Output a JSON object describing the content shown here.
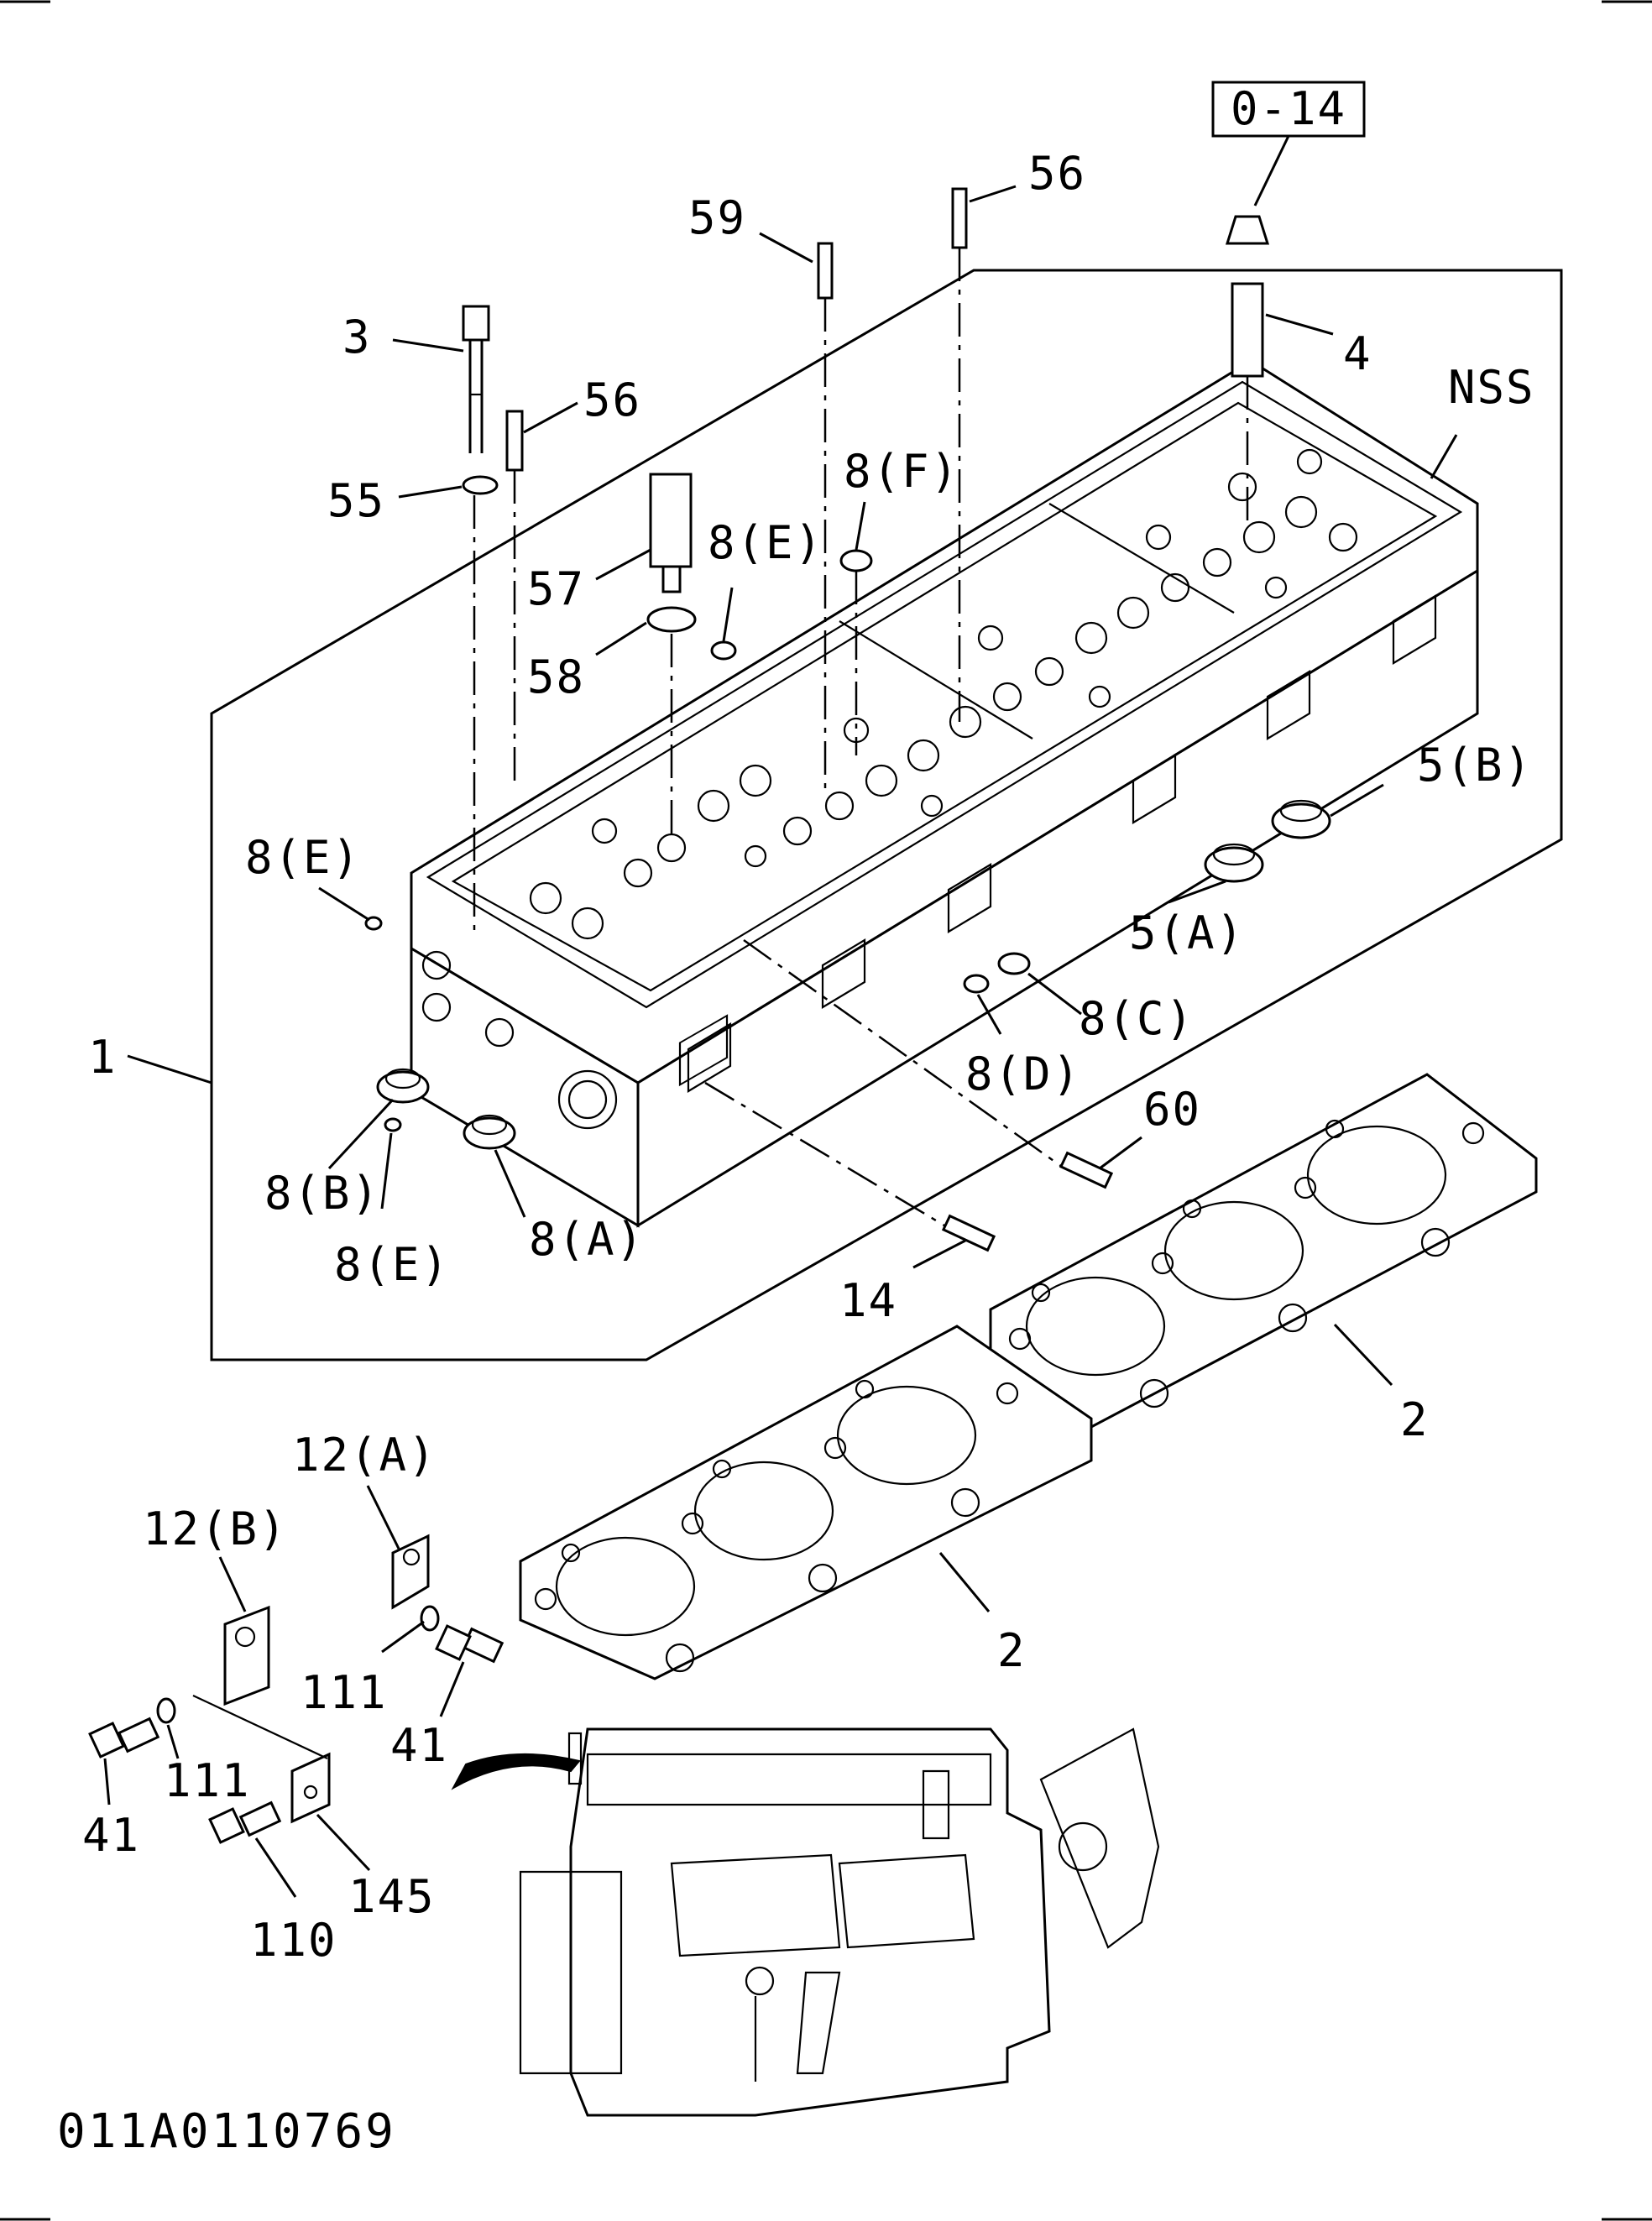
{
  "reference_box": "0-14",
  "figure_code": "011A0110769",
  "callouts": [
    {
      "id": "c-56-top",
      "text": "56"
    },
    {
      "id": "c-59",
      "text": "59"
    },
    {
      "id": "c-4",
      "text": "4"
    },
    {
      "id": "c-nss",
      "text": "NSS"
    },
    {
      "id": "c-3",
      "text": "3"
    },
    {
      "id": "c-56-left",
      "text": "56"
    },
    {
      "id": "c-55",
      "text": "55"
    },
    {
      "id": "c-8f",
      "text": "8(F)"
    },
    {
      "id": "c-8e-top",
      "text": "8(E)"
    },
    {
      "id": "c-57",
      "text": "57"
    },
    {
      "id": "c-58",
      "text": "58"
    },
    {
      "id": "c-5b",
      "text": "5(B)"
    },
    {
      "id": "c-8e-left",
      "text": "8(E)"
    },
    {
      "id": "c-5a",
      "text": "5(A)"
    },
    {
      "id": "c-8c",
      "text": "8(C)"
    },
    {
      "id": "c-8d",
      "text": "8(D)"
    },
    {
      "id": "c-1",
      "text": "1"
    },
    {
      "id": "c-60",
      "text": "60"
    },
    {
      "id": "c-8b",
      "text": "8(B)"
    },
    {
      "id": "c-8a",
      "text": "8(A)"
    },
    {
      "id": "c-8e-bottom",
      "text": "8(E)"
    },
    {
      "id": "c-14",
      "text": "14"
    },
    {
      "id": "c-2-right",
      "text": "2"
    },
    {
      "id": "c-12a",
      "text": "12(A)"
    },
    {
      "id": "c-12b",
      "text": "12(B)"
    },
    {
      "id": "c-2-left",
      "text": "2"
    },
    {
      "id": "c-111-right",
      "text": "111"
    },
    {
      "id": "c-41-right",
      "text": "41"
    },
    {
      "id": "c-111-left",
      "text": "111"
    },
    {
      "id": "c-41-left",
      "text": "41"
    },
    {
      "id": "c-145",
      "text": "145"
    },
    {
      "id": "c-110",
      "text": "110"
    }
  ]
}
